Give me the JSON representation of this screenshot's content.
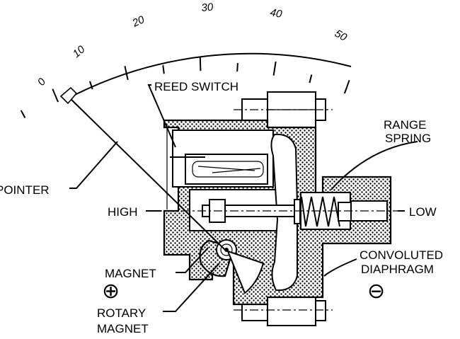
{
  "scale": {
    "ticks": [
      "0",
      "10",
      "20",
      "30",
      "40",
      "50"
    ]
  },
  "labels": {
    "reed_switch": "REED SWITCH",
    "range_spring_1": "RANGE",
    "range_spring_2": "SPRING",
    "pointer": "POINTER",
    "high": "HIGH",
    "low": "LOW",
    "magnet": "MAGNET",
    "rotary_magnet_1": "ROTARY",
    "rotary_magnet_2": "MAGNET",
    "convoluted_1": "CONVOLUTED",
    "convoluted_2": "DIAPHRAGM",
    "plus": "⊕",
    "minus": "⊖"
  }
}
